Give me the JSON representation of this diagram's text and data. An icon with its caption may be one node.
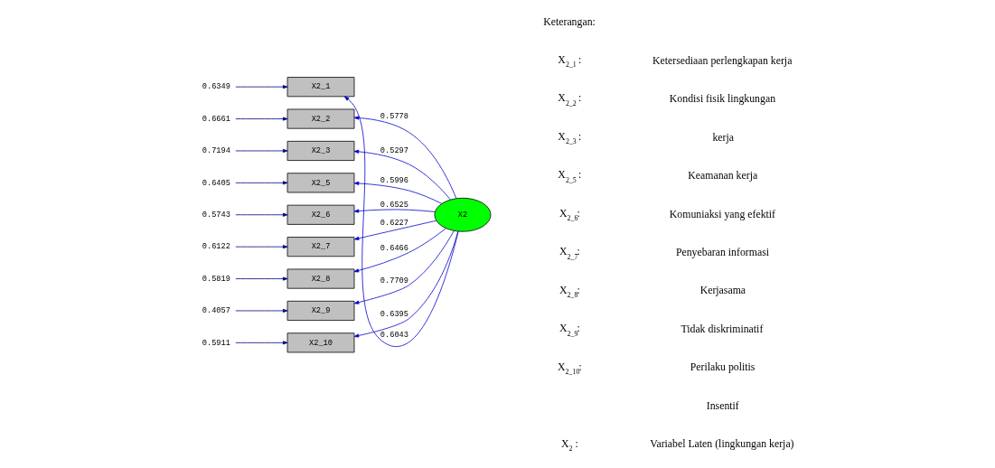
{
  "diagram": {
    "nodes": [
      {
        "text": [
          "X2_1"
        ]
      },
      {
        "text": [
          "X2_2"
        ]
      },
      {
        "text": [
          "X2_3"
        ]
      },
      {
        "text": [
          "X2_5"
        ]
      },
      {
        "text": [
          "X2_6"
        ]
      },
      {
        "text": [
          "X2_7"
        ]
      },
      {
        "text": [
          "X2_8"
        ]
      },
      {
        "text": [
          "X2_9"
        ]
      },
      {
        "text": [
          "X2_10"
        ]
      },
      {
        "text": [
          "X2"
        ]
      },
      {
        "text": [
          "0.6349"
        ]
      },
      {
        "text": [
          "0.6661"
        ]
      },
      {
        "text": [
          "0.7194"
        ]
      },
      {
        "text": [
          "0.6405"
        ]
      },
      {
        "text": [
          "0.5743"
        ]
      },
      {
        "text": [
          "0.6122"
        ]
      },
      {
        "text": [
          "0.5819"
        ]
      },
      {
        "text": [
          "0.4057"
        ]
      },
      {
        "text": [
          "0.5911"
        ]
      }
    ],
    "edges": [
      {
        "from": 9,
        "to": 0,
        "arrow": "to",
        "label": "0.6043"
      },
      {
        "from": 9,
        "to": 1,
        "arrow": "to",
        "label": "0.5778"
      },
      {
        "from": 9,
        "to": 2,
        "arrow": "to",
        "label": "0.5297"
      },
      {
        "from": 9,
        "to": 3,
        "arrow": "to",
        "label": "0.5996"
      },
      {
        "from": 9,
        "to": 4,
        "arrow": "to",
        "label": "0.6525"
      },
      {
        "from": 9,
        "to": 5,
        "arrow": "to",
        "label": "0.6227"
      },
      {
        "from": 9,
        "to": 6,
        "arrow": "to",
        "label": "0.6466"
      },
      {
        "from": 9,
        "to": 7,
        "arrow": "to",
        "label": "0.7709"
      },
      {
        "from": 9,
        "to": 8,
        "arrow": "to",
        "label": "0.6395"
      },
      {
        "from": 10,
        "to": 0,
        "arrow": "to",
        "color": "#000080"
      },
      {
        "from": 11,
        "to": 1,
        "arrow": "to",
        "color": "#000080"
      },
      {
        "from": 12,
        "to": 2,
        "arrow": "to",
        "color": "#000080"
      },
      {
        "from": 13,
        "to": 3,
        "arrow": "to",
        "color": "#000080"
      },
      {
        "from": 14,
        "to": 4,
        "arrow": "to",
        "color": "#000080"
      },
      {
        "from": 15,
        "to": 5,
        "arrow": "to",
        "color": "#000080"
      },
      {
        "from": 16,
        "to": 6,
        "arrow": "to",
        "color": "#000080"
      },
      {
        "from": 17,
        "to": 7,
        "arrow": "to",
        "color": "#000080"
      },
      {
        "from": 18,
        "to": 8,
        "arrow": "to",
        "color": "#000080"
      }
    ],
    "labels": [
      "Keterangan:",
      "X$_{2_1}$ :",
      "Ketersediaan perlengkapan kerja",
      "X$_{2_2}$ :",
      "Kondisi fisik lingkungan",
      "X$_{2_3}$ :",
      "kerja",
      "X$_{2_5}$ :",
      "Keamanan kerja",
      "X$_{2_6}$:",
      "Komuniaksi yang efektif",
      "X$_{2_7}$:",
      "Penyebaran informasi",
      "X$_{2_8}$:",
      "Kerjasama",
      "X$_{2_9}$:",
      "Tidak diskriminatif",
      "X$_{2_10}$:",
      "Perilaku politis",
      "Insentif",
      "X$_{2}$ :",
      "Variabel Laten (lingkungan kerja)"
    ]
  }
}
